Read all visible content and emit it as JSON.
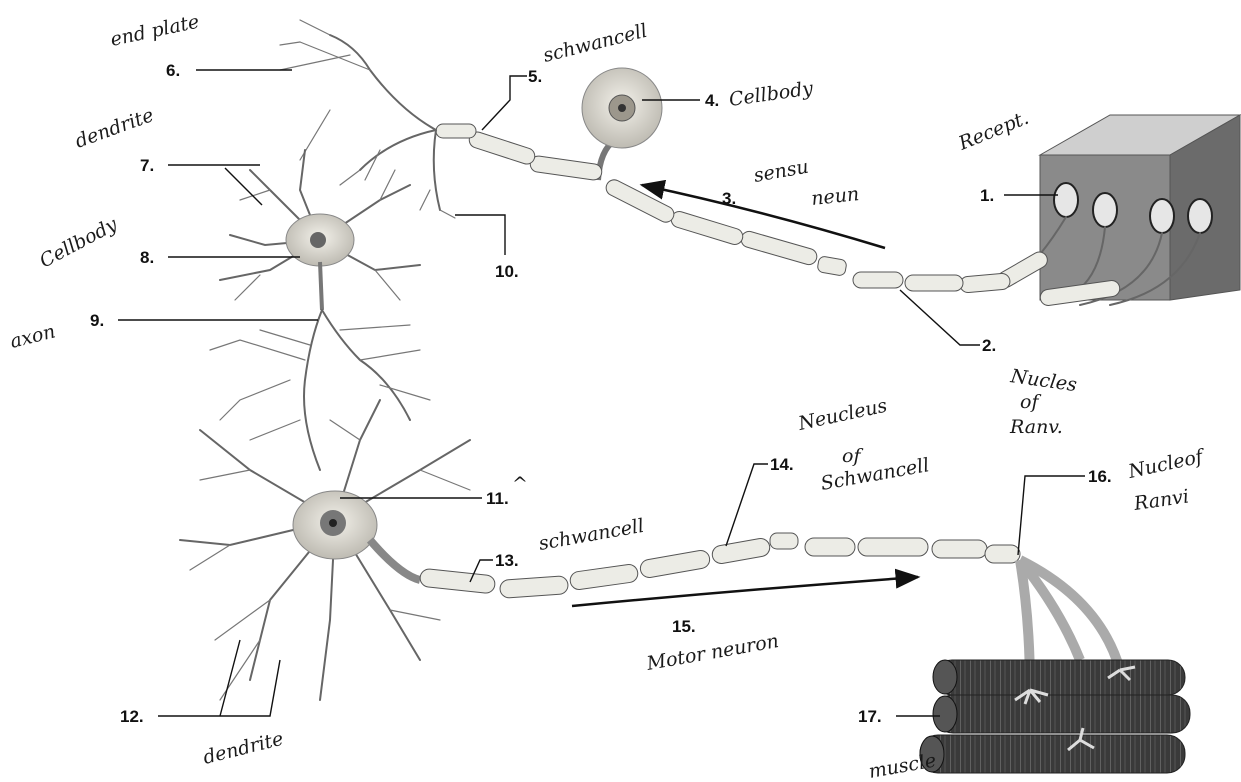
{
  "labels": {
    "l1": "1.",
    "l2": "2.",
    "l3": "3.",
    "l4": "4.",
    "l5": "5.",
    "l6": "6.",
    "l7": "7.",
    "l8": "8.",
    "l9": "9.",
    "l10": "10.",
    "l11": "11.",
    "l12": "12.",
    "l13": "13.",
    "l14": "14.",
    "l15": "15.",
    "l16": "16.",
    "l17": "17."
  },
  "notes": {
    "n1": "Recept.",
    "n2a": "Nucles",
    "n2b": "of",
    "n2c": "Ranv.",
    "n3a": "sensu",
    "n3b": "neun",
    "n4": "Cellbody",
    "n5": "schwancell",
    "n6": "end plate",
    "n7": "dendrite",
    "n8": "Cellbody",
    "n9": "axon",
    "n11": "^",
    "n13": "schwancell",
    "n14a": "Neucleus",
    "n14b": "of",
    "n14c": "Schwancell",
    "n15": "Motor neuron",
    "n16a": "Nucleof",
    "n16b": "Ranvi",
    "n12": "dendrite",
    "n17": "muscle"
  },
  "colors": {
    "ink": "#111111",
    "nerve_fill": "#ecece6",
    "receptor_box": "#8a8a8a",
    "muscle": "#3a3a3a"
  }
}
